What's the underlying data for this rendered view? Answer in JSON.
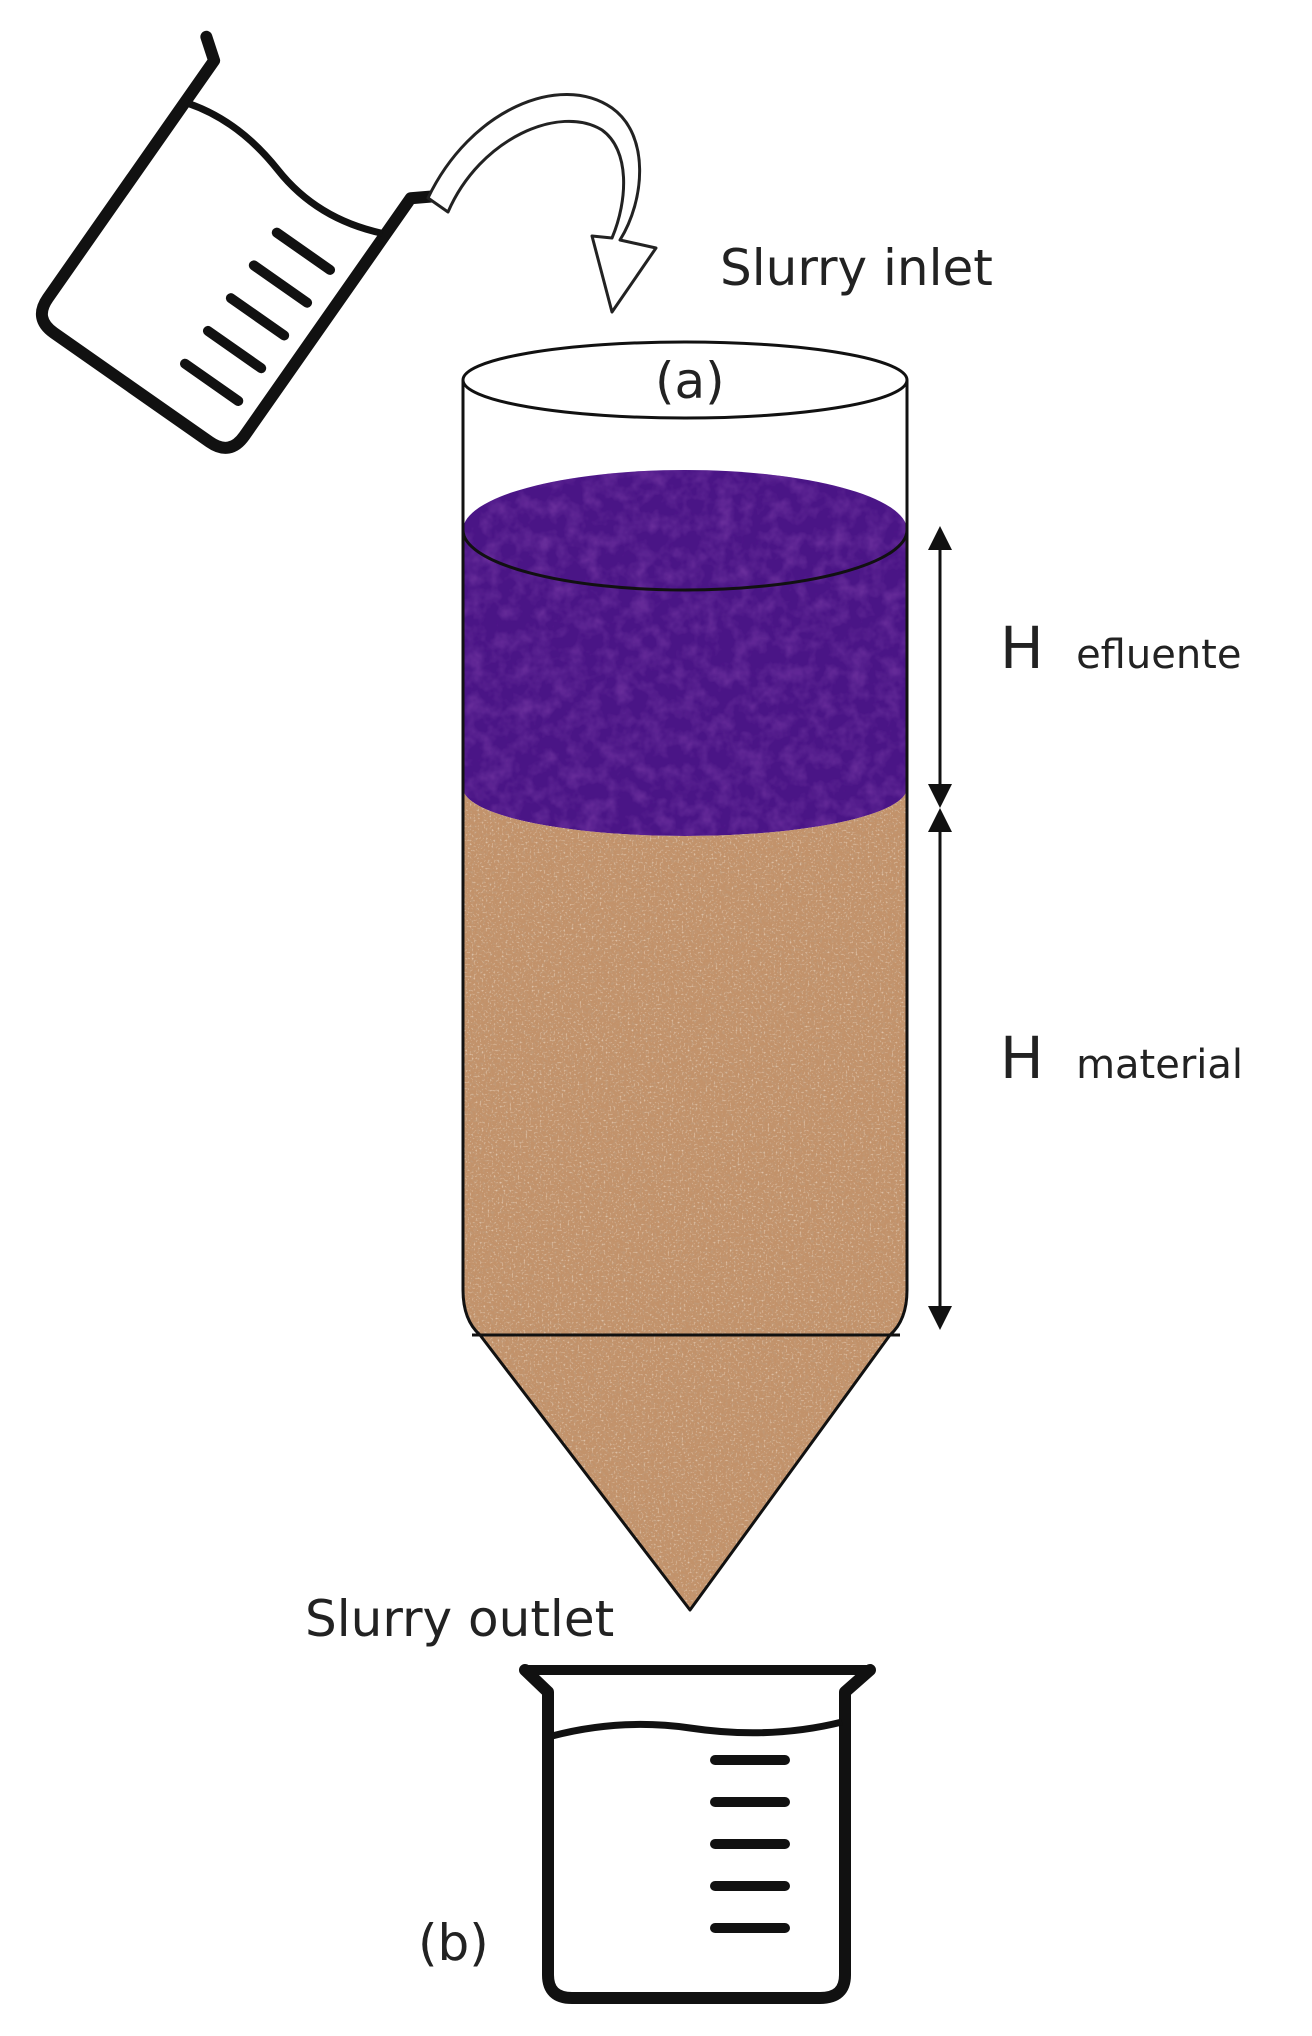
{
  "labels": {
    "inlet": "Slurry inlet",
    "outlet": "Slurry outlet",
    "part_a": "(a)",
    "part_b": "(b)",
    "h_symbol": "H",
    "effluent_sub": "efluente",
    "material_sub": "material"
  },
  "colors": {
    "effluent": "#4a1586",
    "effluent_dark": "#2e0a5e",
    "material": "#c2926a",
    "material_dark": "#8a5a38",
    "material_light": "#e3c4a2",
    "outline": "#111111"
  }
}
